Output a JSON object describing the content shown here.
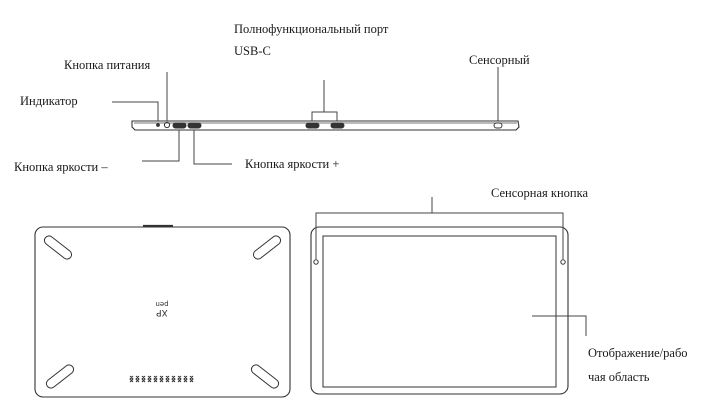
{
  "labels": {
    "port_line1": "Полнофункциональный   порт",
    "port_line2": "USB-C",
    "power_button": "Кнопка питания",
    "indicator": "Индикатор",
    "touch_top": "Сенсорный",
    "brightness_minus": "Кнопка яркости –",
    "brightness_plus": "Кнопка яркости +",
    "touch_button": "Сенсорная кнопка",
    "display_line1": "Отображение/рабо",
    "display_line2": "чая область"
  },
  "logo": {
    "line1": "XP",
    "line2": "pen"
  },
  "colors": {
    "stroke": "#333333",
    "text": "#1a1a1a",
    "background": "#ffffff"
  }
}
